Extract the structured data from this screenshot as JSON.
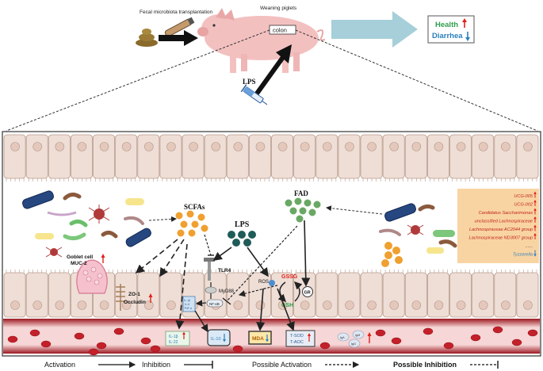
{
  "top": {
    "fmt_label": "Fecal microbiota transplantation",
    "weaning_label": "Weaning piglets",
    "colon_label": "colon",
    "lps_label": "LPS",
    "outcome": {
      "health": "Health",
      "diarrhea": "Diarrhea"
    }
  },
  "panel": {
    "scfas_label": "SCFAs",
    "lps_label": "LPS",
    "fad_label": "FAD",
    "goblet_label_1": "Goblet cell",
    "goblet_label_2": "MUC-2",
    "zo1_label": "ZO-1",
    "occludin_label": "Occludin",
    "tlr4_label": "TLR4",
    "myd88_label": "MyD88",
    "nfkb_label": "NF-κB",
    "ros_label": "ROS",
    "gssg_label": "GSSG",
    "gsh_label": "GSH",
    "gr_label": "GR",
    "il_box1": [
      "IL-1β",
      "IL-22"
    ],
    "il_box2": "IL-10",
    "il_box3": [
      "IL-1β",
      "IL-6",
      "TNF-α"
    ],
    "mda_label": "MDA",
    "tsod_label": "T-SOD",
    "taoc_label": "T-AOC",
    "ig_labels": [
      "IgA",
      "IgM",
      "IgG"
    ]
  },
  "taxa_box": {
    "items": [
      {
        "text": "UCG-005",
        "dir": "up"
      },
      {
        "text": "UCG-002",
        "dir": "up"
      },
      {
        "text": "Candidatus_Saccharimonas",
        "dir": "up"
      },
      {
        "text": "unclassified_Lachnospiraceae",
        "dir": "up"
      },
      {
        "text": "Lachnospiraceae_AC2044_group",
        "dir": "up"
      },
      {
        "text": "Lachnospiraceae_ND3007_group",
        "dir": "up"
      },
      {
        "text": "......",
        "dir": "none"
      },
      {
        "text": "Tyzzerella",
        "dir": "down"
      }
    ]
  },
  "legend": {
    "activation": "Activation",
    "inhibition": "Inhibition",
    "possible_activation": "Possible Activation",
    "possible_inhibition": "Possible Inhibition"
  },
  "colors": {
    "pig": "#f3c0c0",
    "arrow_teal": "#a6cfd9",
    "health_green": "#2e9d4a",
    "diarrhea_blue": "#2a7fbf",
    "up_red": "#e0211b",
    "down_blue": "#2a7fbf",
    "scfa_orange": "#f0a030",
    "lps_teal": "#1f5b59",
    "fad_green": "#69a864",
    "cell_fill": "#eeded6",
    "blood_red": "#c3202a",
    "taxa_box": "#f9d4a3"
  }
}
